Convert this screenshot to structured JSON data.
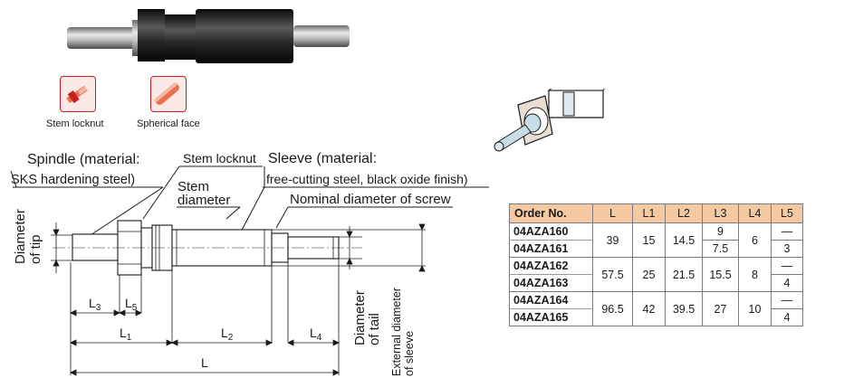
{
  "features": [
    {
      "label": "Stem locknut",
      "icon": "stem-locknut-icon"
    },
    {
      "label": "Spherical face",
      "icon": "spherical-face-icon"
    }
  ],
  "drawing_labels": {
    "spindle_line1": "Spindle (material:",
    "spindle_line2": "SKS hardening steel)",
    "stem_locknut": "Stem locknut",
    "sleeve_line1": "Sleeve (material:",
    "sleeve_line2": "free-cutting steel, black oxide finish)",
    "stem_line1": "Stem",
    "stem_line2": "diameter",
    "nominal_screw": "Nominal diameter of screw",
    "tip_line1": "Diameter",
    "tip_line2": "of tip",
    "tail_line1": "Diameter",
    "tail_line2": "of tail",
    "ext_line1": "External diameter",
    "ext_line2": "of sleeve",
    "dim_L3": "L",
    "dim_L3_sub": "3",
    "dim_L5": "L",
    "dim_L5_sub": "5",
    "dim_L1": "L",
    "dim_L1_sub": "1",
    "dim_L2": "L",
    "dim_L2_sub": "2",
    "dim_L4": "L",
    "dim_L4_sub": "4",
    "dim_L": "L"
  },
  "table": {
    "headers": [
      "Order No.",
      "L",
      "L1",
      "L2",
      "L3",
      "L4",
      "L5"
    ],
    "groups": [
      {
        "rows": [
          "04AZA160",
          "04AZA161"
        ],
        "L": "39",
        "L1": "15",
        "L2": "14.5",
        "L3": [
          "9",
          "7.5"
        ],
        "L4": "6",
        "L5": [
          "—",
          "3"
        ]
      },
      {
        "rows": [
          "04AZA162",
          "04AZA163"
        ],
        "L": "57.5",
        "L1": "25",
        "L2": "21.5",
        "L3": [
          "15.5"
        ],
        "L4": "8",
        "L5": [
          "—",
          "4"
        ]
      },
      {
        "rows": [
          "04AZA164",
          "04AZA165"
        ],
        "L": "96.5",
        "L1": "42",
        "L2": "39.5",
        "L3": [
          "27"
        ],
        "L4": "10",
        "L5": [
          "—",
          "4"
        ]
      }
    ]
  },
  "colors": {
    "accent": "#c8201f",
    "table_header": "#f4c9a0",
    "body_metal": "#2a2a2a"
  }
}
